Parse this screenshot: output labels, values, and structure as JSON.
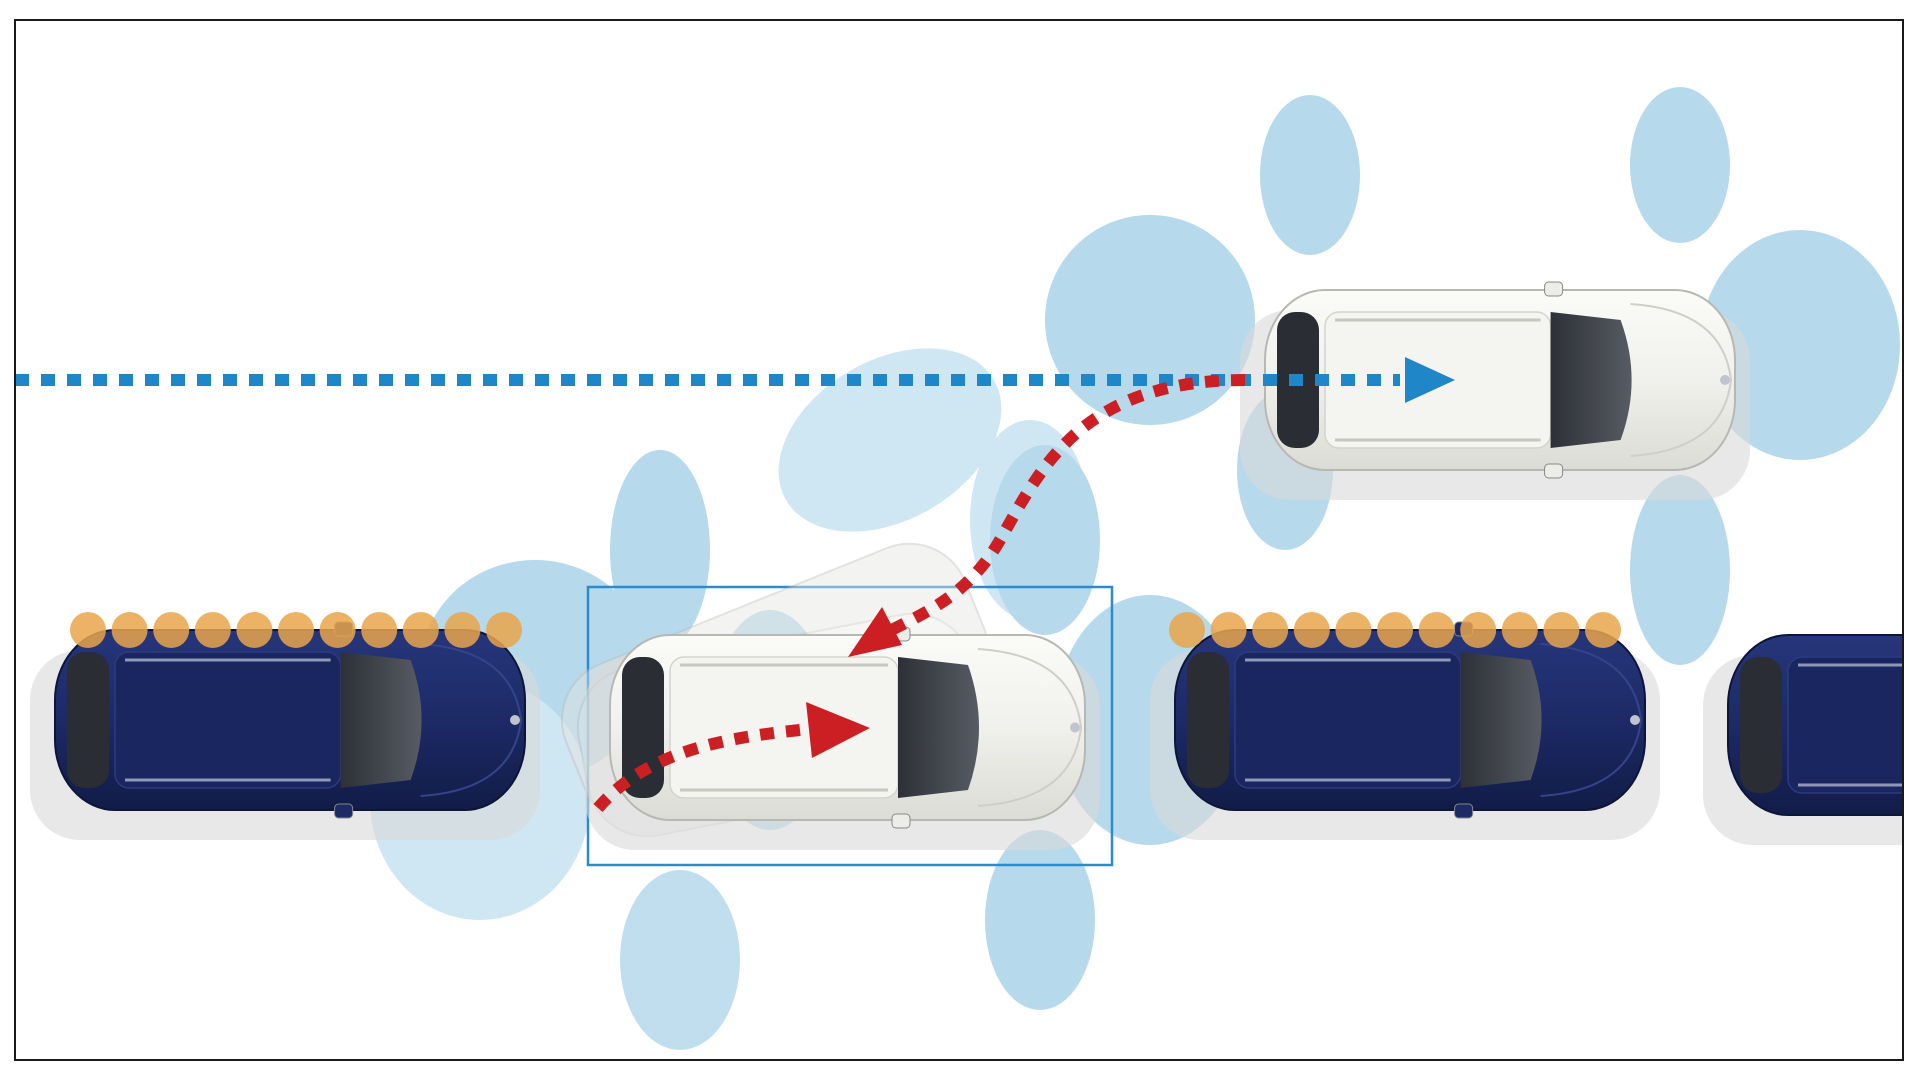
{
  "diagram": {
    "type": "parking-maneuver-illustration",
    "text": [],
    "colors": {
      "background": "#ffffff",
      "frame": "#1a1a1a",
      "sensor_field": "#9ecbe4",
      "proximity_marker": "#e9a44b",
      "travel_path": "#1f86c8",
      "maneuver_path": "#cc1f24",
      "parking_space": "#2a8ccc",
      "parked_car_body": "#1c2a66",
      "ego_car_body": "#f2f2ee",
      "glass": "#3a3d44"
    },
    "vehicles": [
      {
        "role": "parked-car",
        "color_name": "dark-blue"
      },
      {
        "role": "maneuvering-car",
        "color_name": "white"
      },
      {
        "role": "parked-car",
        "color_name": "dark-blue"
      },
      {
        "role": "parked-car",
        "color_name": "dark-blue",
        "partially_visible": true
      },
      {
        "role": "approaching-car",
        "color_name": "white"
      }
    ],
    "paths": [
      {
        "role": "travel-path",
        "style": "dotted",
        "color_name": "blue",
        "arrowhead": true
      },
      {
        "role": "reverse-into-space-path",
        "style": "dotted",
        "color_name": "red",
        "arrowhead": true
      },
      {
        "role": "forward-correction-path",
        "style": "dotted",
        "color_name": "red",
        "arrowhead": true
      }
    ],
    "markers": [
      {
        "role": "proximity-dots",
        "count": 11
      },
      {
        "role": "proximity-dots",
        "count": 11
      }
    ],
    "parking_space": {
      "highlighted": true
    }
  }
}
